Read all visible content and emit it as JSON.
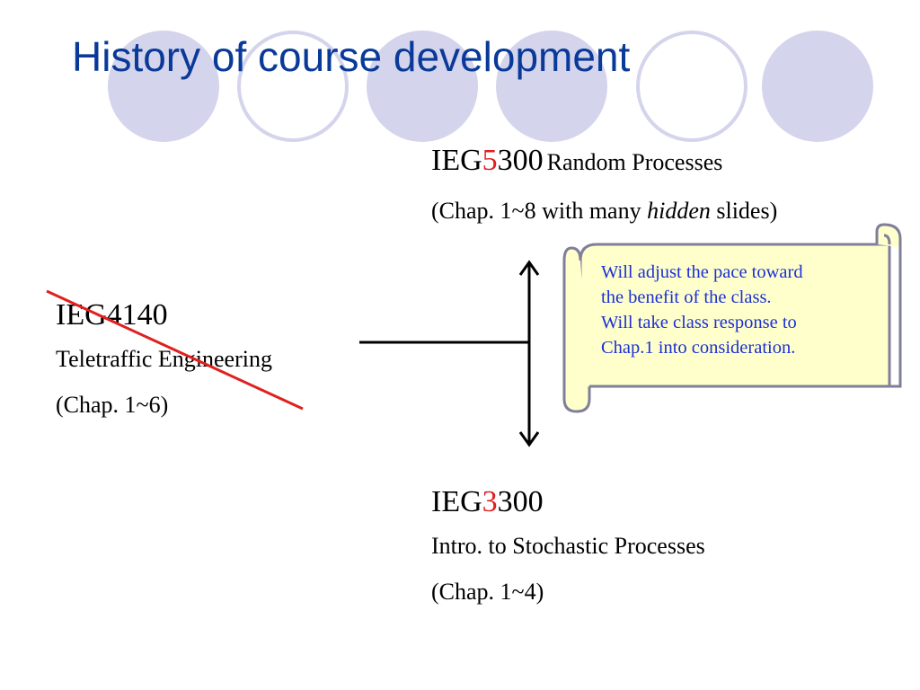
{
  "slide": {
    "title": "History of course development"
  },
  "ieg5300": {
    "code_prefix": "IEG",
    "code_highlight": "5",
    "code_suffix": "300",
    "name": "Random Processes",
    "chapters_prefix": "(Chap. 1~8 with many ",
    "chapters_italic": "hidden",
    "chapters_suffix": " slides)"
  },
  "ieg4140": {
    "code": "IEG4140",
    "name": "Teletraffic Engineering",
    "chapters": "(Chap. 1~6)",
    "status": "crossed-out"
  },
  "ieg3300": {
    "code_prefix": "IEG",
    "code_highlight": "3",
    "code_suffix": "300",
    "name": "Intro. to Stochastic Processes",
    "chapters": "(Chap. 1~4)"
  },
  "scroll_note": {
    "lines": [
      "Will adjust the pace toward",
      "the benefit of the class.",
      "Will take class response to",
      "Chap.1 into consideration."
    ]
  },
  "colors": {
    "title": "#0a3a99",
    "highlight": "#e02020",
    "strike": "#e02020",
    "note_text": "#1a2fd6",
    "scroll_fill": "#ffffcc",
    "scroll_border": "#7f7f9a",
    "circle_fill": "#d4d4ec"
  },
  "icons": {
    "arrow": "double-headed-vertical-arrow",
    "scroll": "horizontal-scroll-callout"
  }
}
